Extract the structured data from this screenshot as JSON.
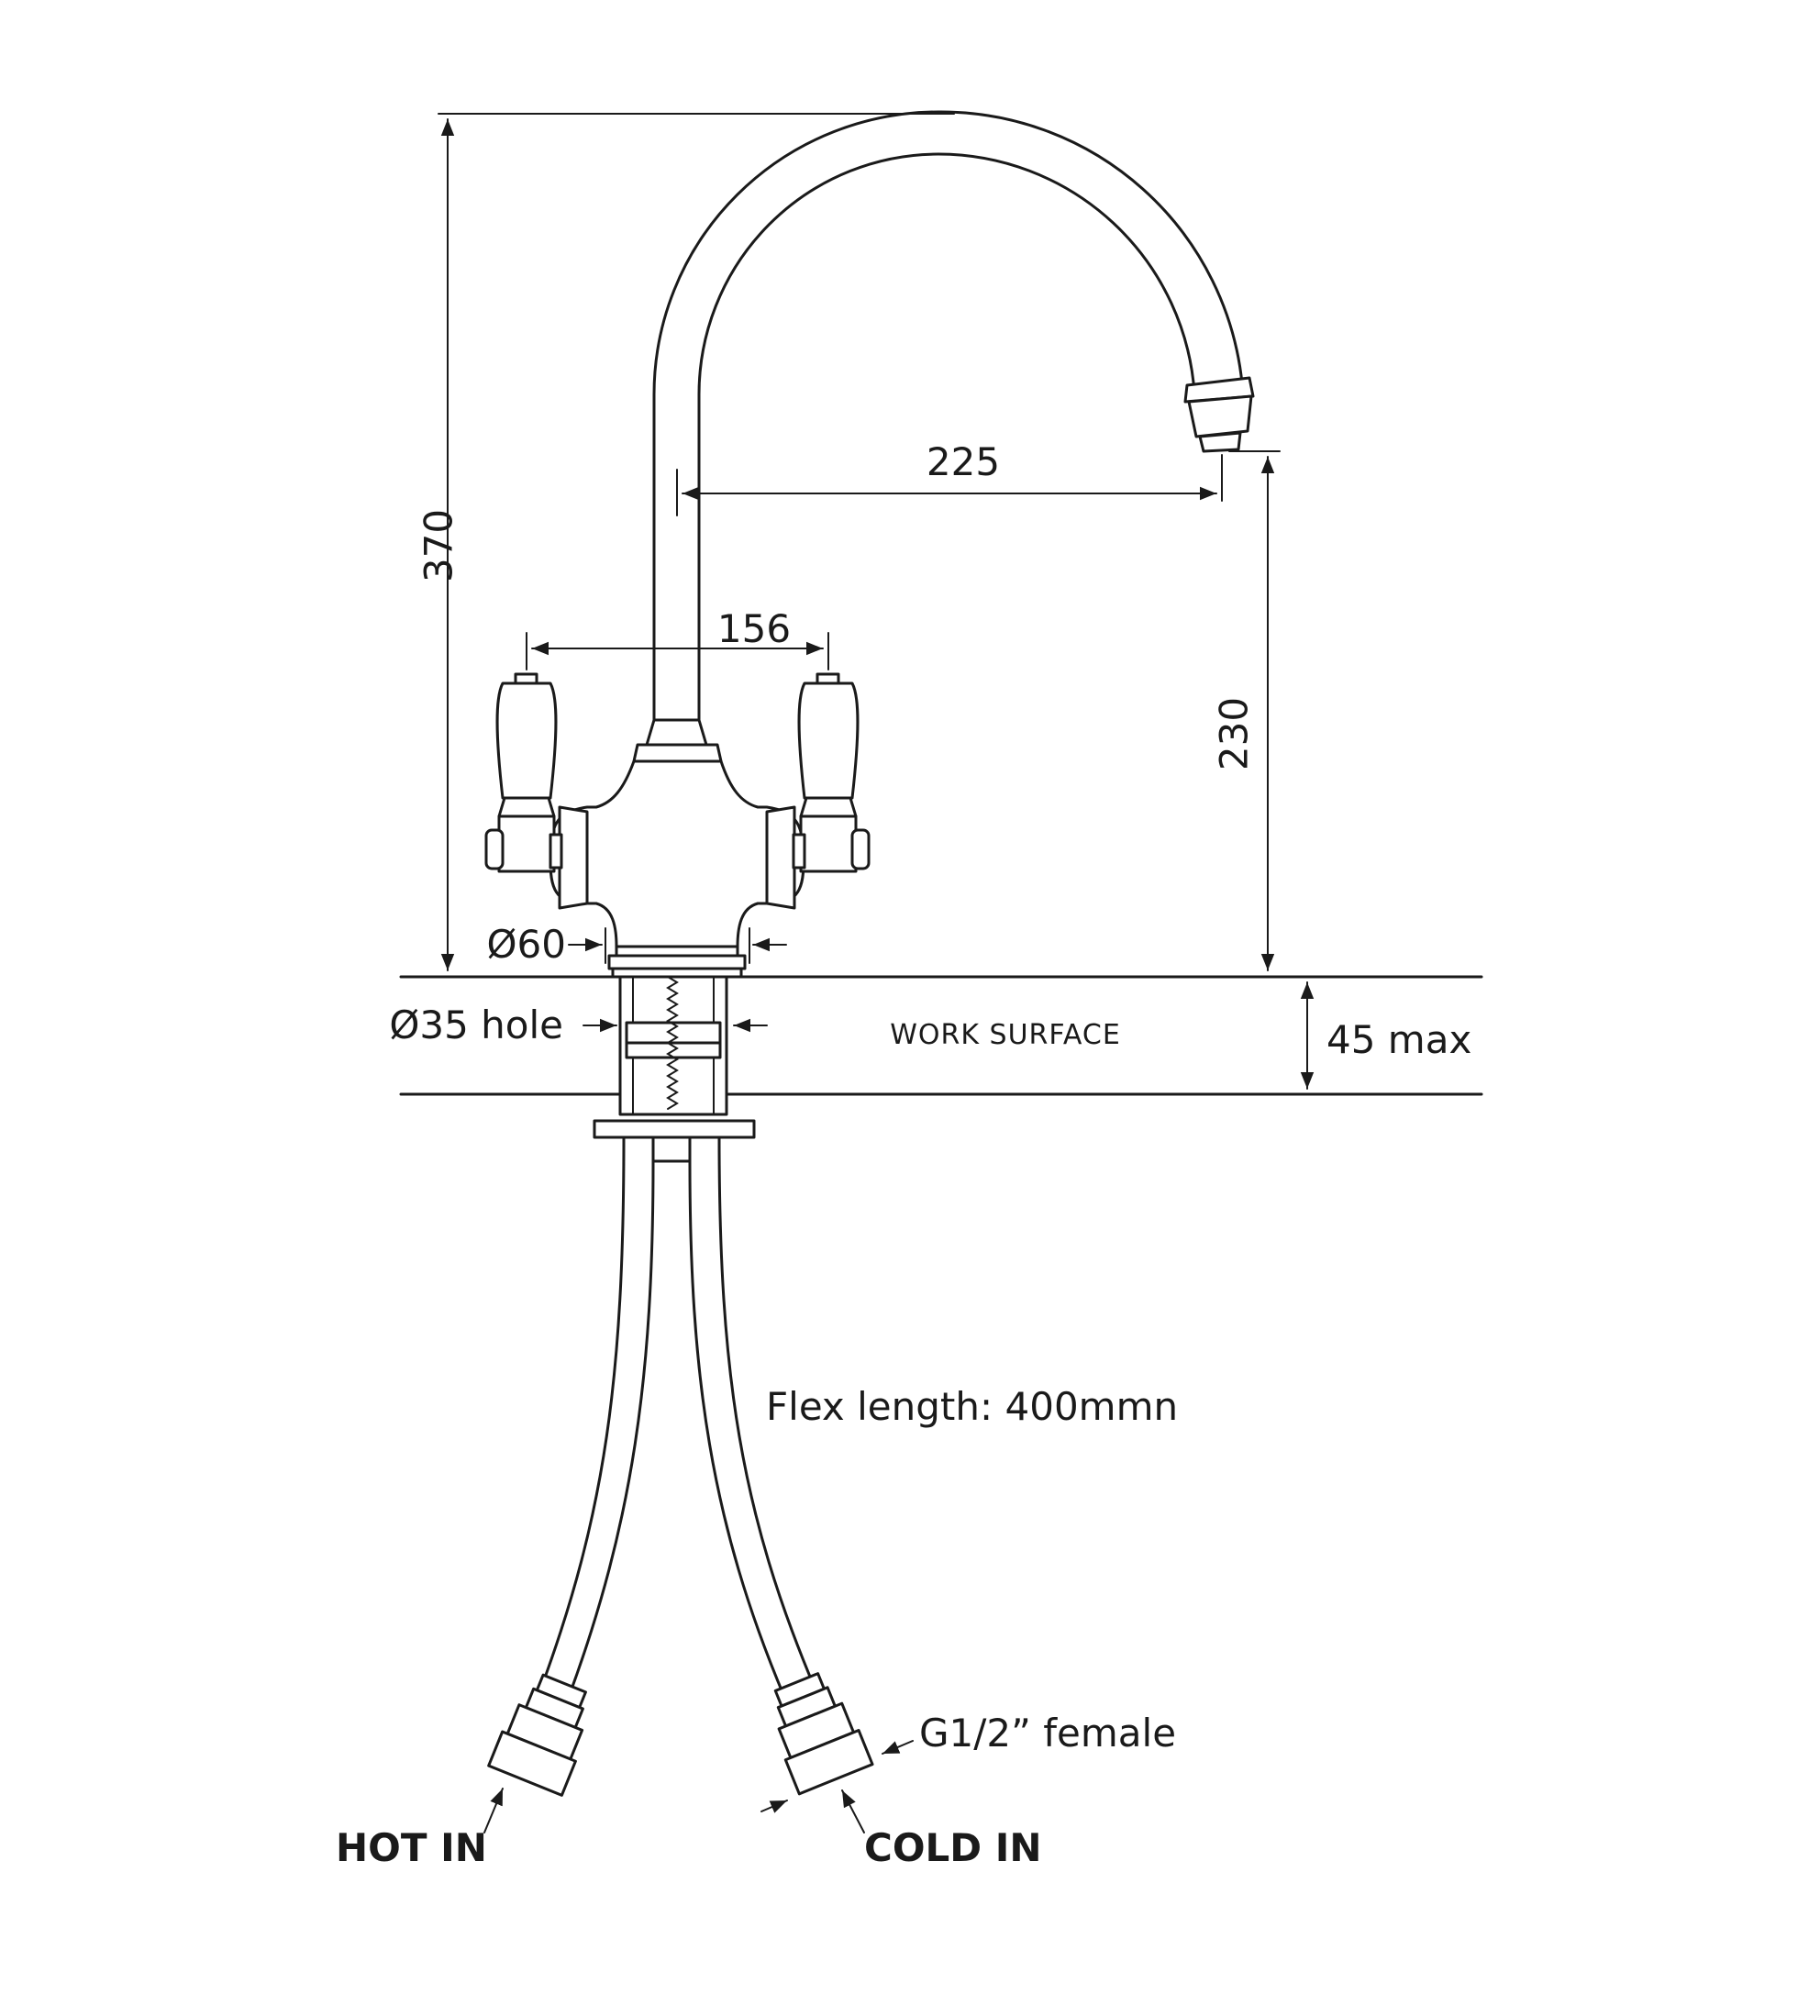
{
  "dimensions": {
    "overall_height": "370",
    "spout_reach": "225",
    "spout_height": "230",
    "handle_spread": "156",
    "base_diameter": "Ø60",
    "hole_diameter": "Ø35 hole",
    "surface_thickness": "45 max"
  },
  "labels": {
    "work_surface": "WORK SURFACE",
    "flex_length": "Flex length: 400mmn",
    "connector": "G1/2” female",
    "hot_in": "HOT IN",
    "cold_in": "COLD IN"
  },
  "colors": {
    "line": "#1a1a1a",
    "background": "#ffffff"
  }
}
